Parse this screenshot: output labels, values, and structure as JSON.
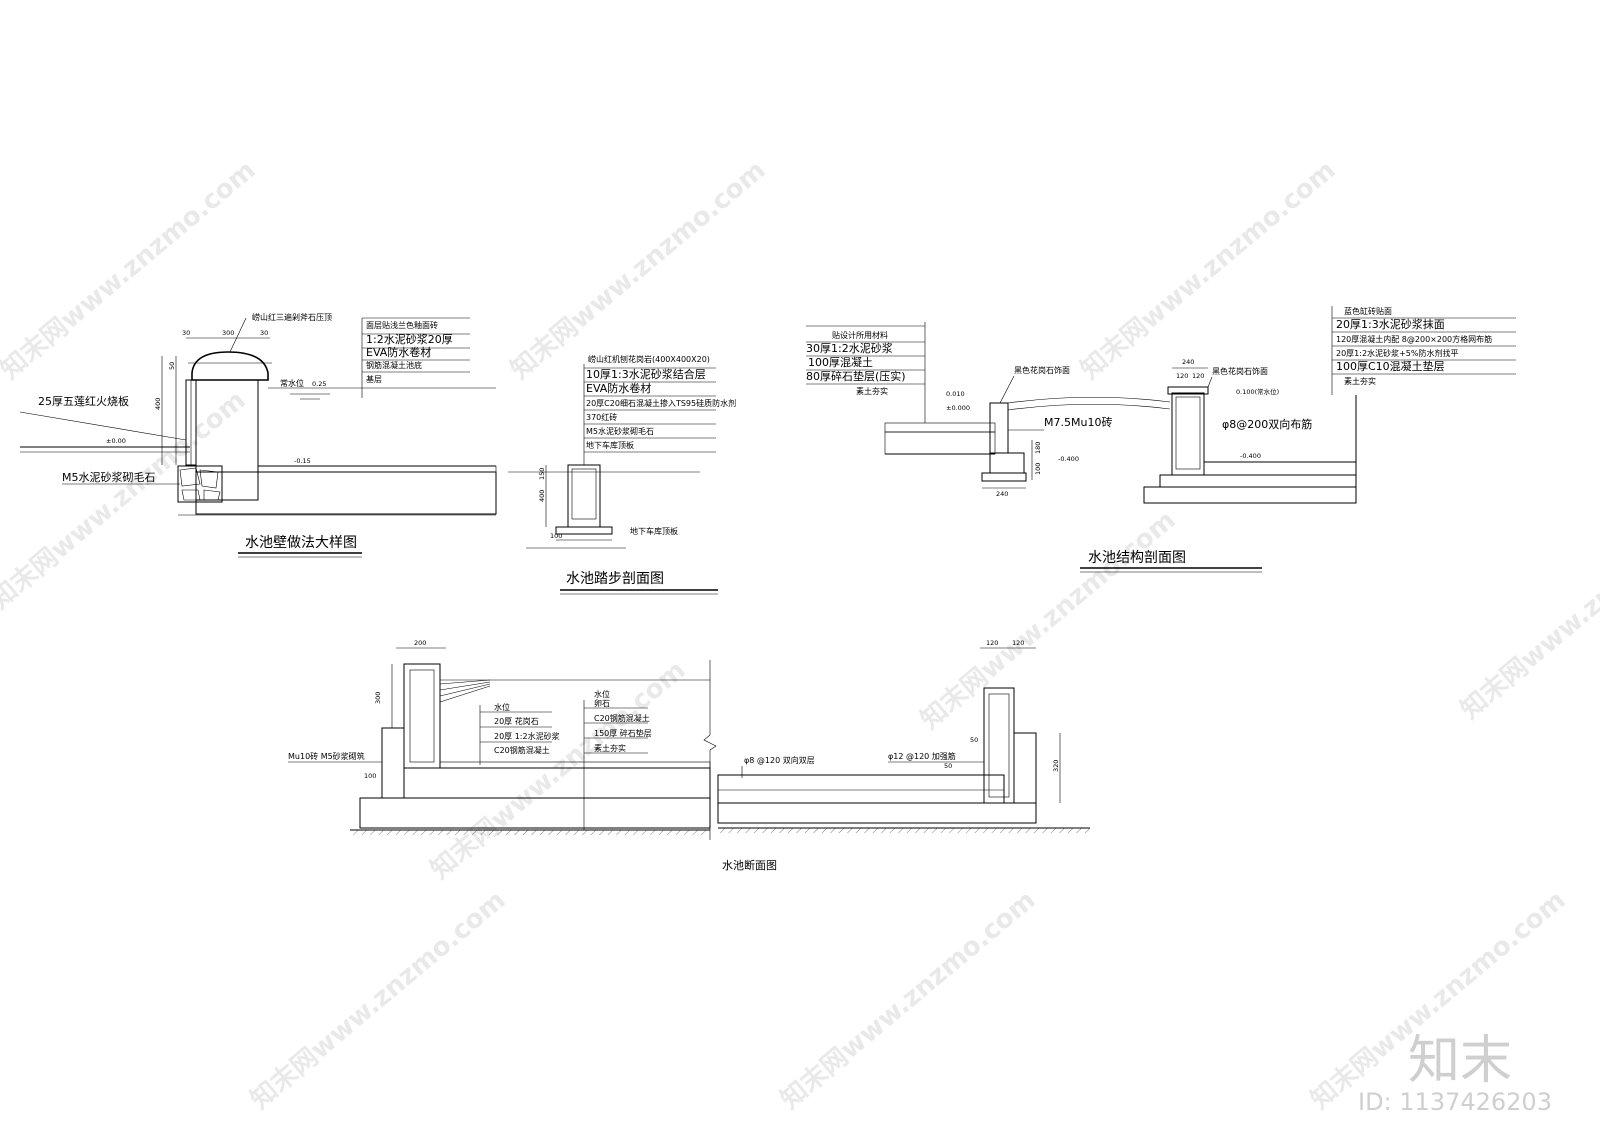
{
  "watermark": {
    "text": "知末网www.znzmo.com"
  },
  "brand": {
    "logo": "知末",
    "id": "ID: 1137426203"
  },
  "drawings": {
    "wall_detail": {
      "title": "水池壁做法大样图",
      "labels": {
        "coping": "崂山红三遍剁斧石压顶",
        "l1": "面层贴浅兰色釉面砖",
        "l2": "1:2水泥砂浆20厚",
        "l3": "EVA防水卷材",
        "l4": "钢筋混凝土池底",
        "l5": "基层",
        "water": "常水位",
        "water_v": "0.25",
        "board": "25厚五莲红火烧板",
        "zero": "±0.00",
        "rubble": "M5水泥砂浆砌毛石",
        "bottom": "-0.15"
      },
      "dims": {
        "d1": "30",
        "d2": "300",
        "d3": "30",
        "d4": "400",
        "d5": "50"
      }
    },
    "step_section": {
      "title": "水池踏步剖面图",
      "labels": {
        "l1": "崂山红机刨花岗岩(400X400X20)",
        "l2": "10厚1:3水泥砂浆结合层",
        "l3": "EVA防水卷材",
        "l4": "20厚C20细石混凝土掺入TS95硅质防水剂",
        "l5": "370红砖",
        "l6": "M5水泥砂浆砌毛石",
        "l7": "地下车库顶板",
        "base": "地下车库顶板"
      },
      "dims": {
        "d1": "150",
        "d2": "400",
        "d3": "100"
      }
    },
    "structure_section": {
      "title": "水池结构剖面图",
      "left_labels": {
        "l1": "贴设计所用材料",
        "l2": "30厚1:2水泥砂浆",
        "l3": "100厚混凝土",
        "l4": "80厚碎石垫层(压实)",
        "l5": "素土夯实"
      },
      "right_labels": {
        "l1": "蓝色缸砖贴面",
        "l2": "20厚1:3水泥砂浆抹面",
        "l3": "120厚混凝土内配 8@200×200方格网布筋",
        "l4": "20厚1:2水泥砂浆+5%防水剂找平",
        "l5": "100厚C10混凝土垫层",
        "l6": "素土夯实"
      },
      "misc": {
        "granite1": "黑色花岗石饰面",
        "granite2": "黑色花岗石饰面",
        "brick": "M7.5Mu10砖",
        "rebar": "φ8@200双向布筋",
        "e1": "0.010",
        "e2": "±0.000",
        "e3": "-0.400",
        "e4": "0.100(常水位)",
        "e5": "-0.400",
        "w240a": "240",
        "w240b": "240",
        "w120a": "120",
        "w120b": "120",
        "h180": "180",
        "h100": "100"
      }
    },
    "pool_section": {
      "title": "水池断面图",
      "labels": {
        "c1a": "水位",
        "c1b": "20厚 花岗石",
        "c1c": "20厚 1:2水泥砂浆",
        "c1d": "C20钢筋混凝土",
        "c2a": "水位",
        "c2b": "卵石",
        "c2c": "C20钢筋混凝土",
        "c2d": "150厚 碎石垫层",
        "c2e": "素土夯实",
        "brick": "Mu10砖 M5砂浆砌筑",
        "rebar1": "φ8 @120 双向双层",
        "rebar2": "φ12 @120 加强筋"
      },
      "dims": {
        "d200": "200",
        "d300": "300",
        "d100": "100",
        "d120a": "120",
        "d120b": "120",
        "d320": "320",
        "d50a": "50",
        "d50b": "50"
      }
    }
  }
}
